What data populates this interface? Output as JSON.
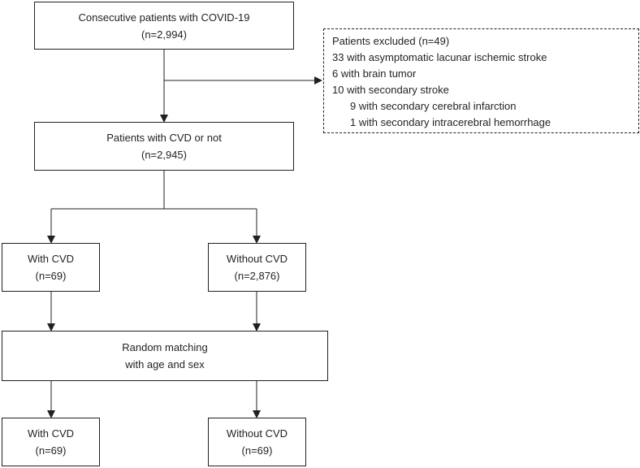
{
  "flowchart": {
    "start": {
      "line1": "Consecutive patients with COVID-19",
      "line2": "(n=2,994)"
    },
    "excluded": {
      "title": "Patients excluded (n=49)",
      "items": [
        "33 with asymptomatic lacunar ischemic stroke",
        "6 with brain tumor",
        "10 with secondary stroke"
      ],
      "subitems": [
        "9 with secondary cerebral infarction",
        "1 with secondary intracerebral hemorrhage"
      ]
    },
    "cvd_or_not": {
      "line1": "Patients with CVD or not",
      "line2": "(n=2,945)"
    },
    "with_cvd": {
      "line1": "With CVD",
      "line2": "(n=69)"
    },
    "without_cvd": {
      "line1": "Without CVD",
      "line2": "(n=2,876)"
    },
    "matching": {
      "line1": "Random matching",
      "line2": "with age and sex"
    },
    "with_cvd_matched": {
      "line1": "With CVD",
      "line2": "(n=69)"
    },
    "without_cvd_matched": {
      "line1": "Without CVD",
      "line2": "(n=69)"
    }
  }
}
